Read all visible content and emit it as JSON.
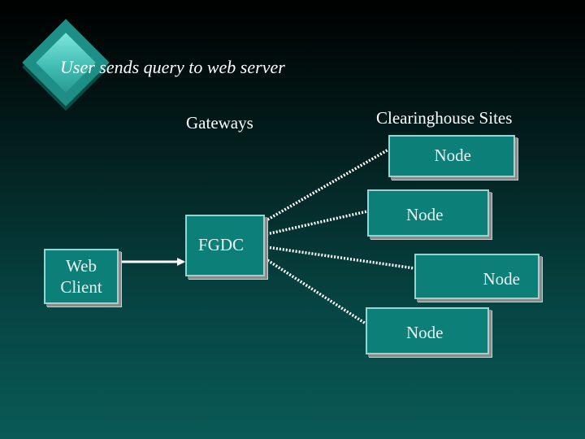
{
  "title": "User sends query to web server",
  "labels": {
    "gateways": "Gateways",
    "clearinghouse": "Clearinghouse Sites"
  },
  "nodes": {
    "web_client_line1": "Web",
    "web_client_line2": "Client",
    "fgdc": "FGDC",
    "node1": "Node",
    "node2": "Node",
    "node3": "Node",
    "node4": "Node"
  },
  "colors": {
    "box_fill": "#0c8078",
    "diamond": "#3fbab0",
    "text": "#ffffff"
  }
}
